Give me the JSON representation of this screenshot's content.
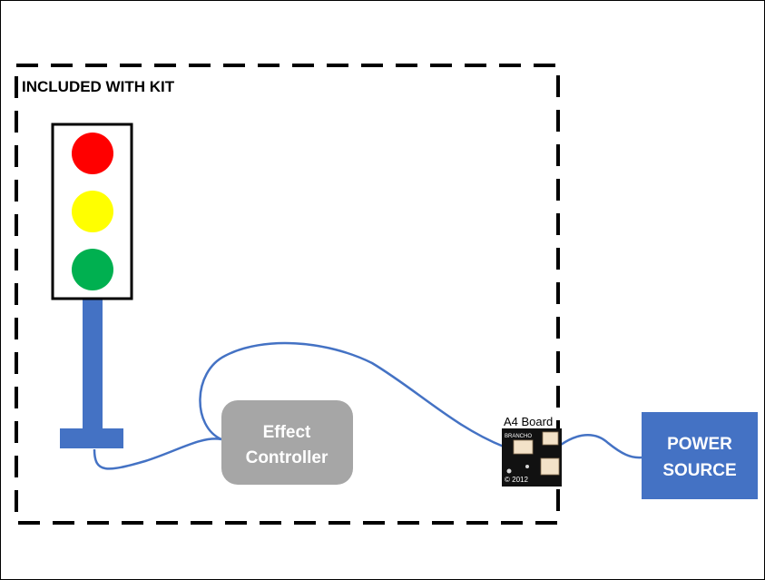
{
  "kit_label": "INCLUDED WITH KIT",
  "traffic_light": {
    "colors": {
      "red": "#ff0000",
      "yellow": "#ffff00",
      "green": "#00b050",
      "pole": "#4472c4",
      "housing_border": "#000000"
    }
  },
  "controller": {
    "line1": "Effect",
    "line2": "Controller",
    "fill": "#a6a6a6",
    "text_color": "#ffffff"
  },
  "board": {
    "label": "A4 Board",
    "brand": "BRANCHO",
    "copyright": "© 2012",
    "fill": "#111111",
    "connector_color": "#f3e2c8"
  },
  "power": {
    "line1": "POWER",
    "line2": "SOURCE",
    "fill": "#4472c4",
    "text_color": "#ffffff"
  },
  "colors": {
    "wire": "#4472c4",
    "dashed_border": "#000000",
    "frame_border": "#000000"
  }
}
